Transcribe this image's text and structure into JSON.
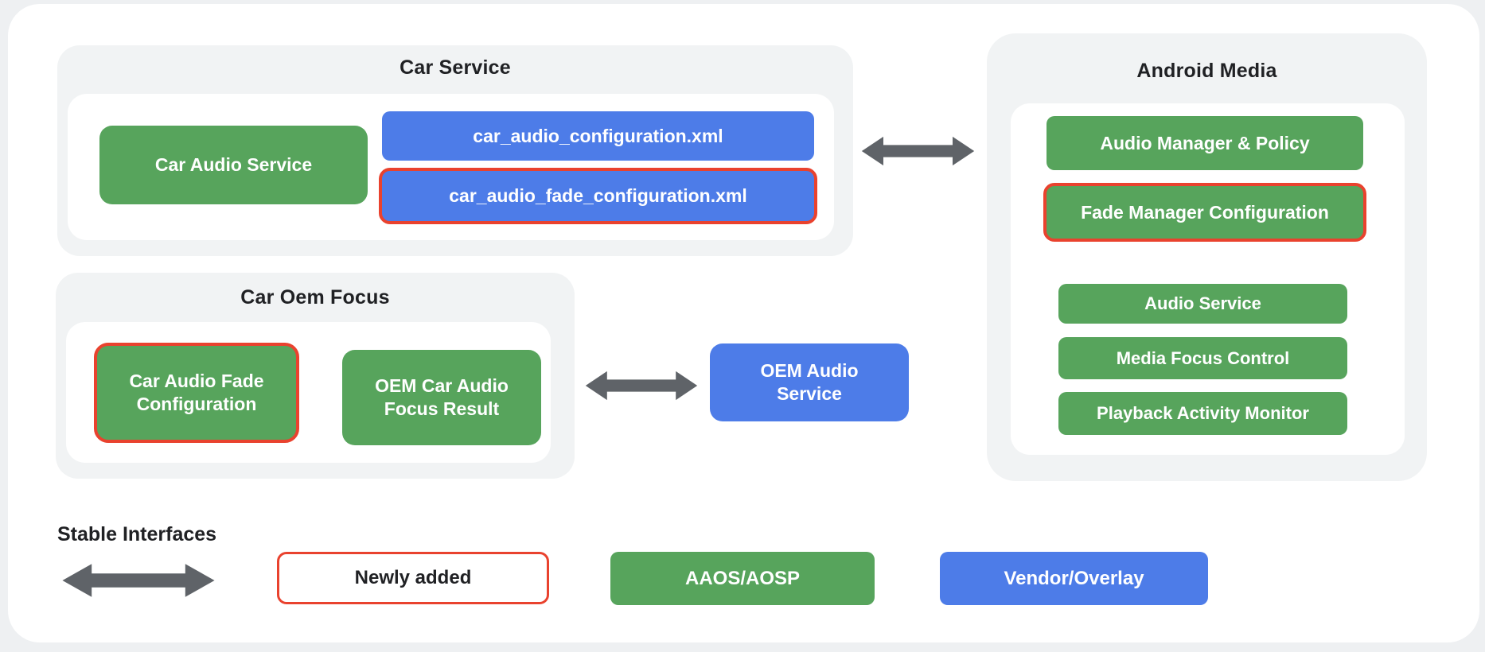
{
  "colors": {
    "green": "#57a45c",
    "blue": "#4d7ce8",
    "red_outline": "#e9422e",
    "arrow_gray": "#5f6368",
    "group_background": "#f1f3f4",
    "card_background": "#ffffff",
    "page_background": "#eef0f2",
    "text_dark": "#202124"
  },
  "car_service": {
    "title": "Car Service",
    "items": {
      "car_audio_service": "Car Audio Service",
      "config_xml": "car_audio_configuration.xml",
      "fade_config_xml": "car_audio_fade_configuration.xml"
    }
  },
  "android_media": {
    "title": "Android Media",
    "items": {
      "audio_manager_policy": "Audio Manager & Policy",
      "fade_manager_configuration": "Fade Manager Configuration",
      "audio_service": "Audio Service",
      "media_focus_control": "Media Focus Control",
      "playback_activity_monitor": "Playback Activity Monitor"
    }
  },
  "car_oem_focus": {
    "title": "Car Oem Focus",
    "items": {
      "car_audio_fade_configuration": "Car Audio Fade Configuration",
      "oem_car_audio_focus_result": "OEM Car Audio Focus Result"
    }
  },
  "oem_audio_service": {
    "label": "OEM Audio Service"
  },
  "legend": {
    "stable_interfaces": "Stable Interfaces",
    "newly_added": "Newly added",
    "aaos_aosp": "AAOS/AOSP",
    "vendor_overlay": "Vendor/Overlay"
  }
}
